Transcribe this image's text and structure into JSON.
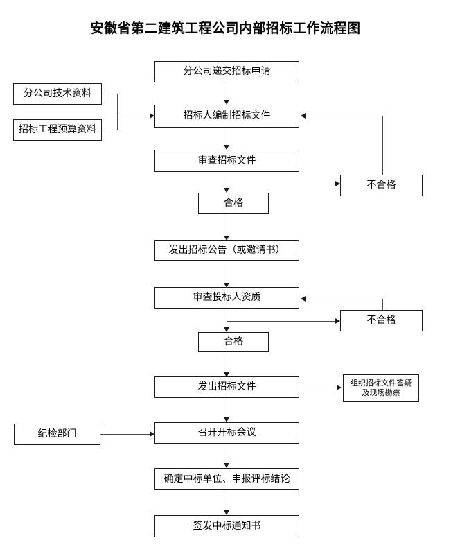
{
  "title": "安徽省第二建筑工程公司内部招标工作流程图",
  "nodes": {
    "apply": "分公司递交招标申请",
    "tech_data": "分公司技术资料",
    "budget_data": "招标工程预算资料",
    "prepare_docs": "招标人编制招标文件",
    "review_docs": "审查招标文件",
    "fail_1": "不合格",
    "pass_1": "合格",
    "announce": "发出招标公告（或邀请书）",
    "review_bidder": "审查投标人资质",
    "fail_2": "不合格",
    "pass_2": "合格",
    "issue_docs": "发出招标文件",
    "qa_survey_line1": "组织招标文件答疑",
    "qa_survey_line2": "及现场勘察",
    "discipline": "纪检部门",
    "bid_opening": "召开开标会议",
    "determine_winner": "确定中标单位、申报评标结论",
    "issue_notice": "签发中标通知书"
  },
  "colors": {
    "background": "#ffffff",
    "box_border": "#1a1a1a",
    "connector": "#4a4a4a",
    "text": "#000000"
  }
}
